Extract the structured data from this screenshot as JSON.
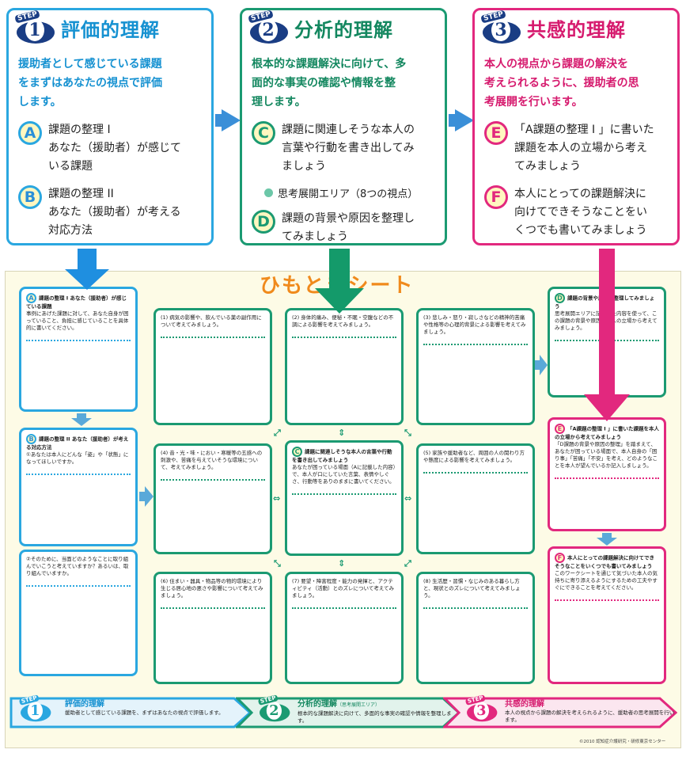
{
  "steps": [
    {
      "badge": "STEP",
      "num": "1",
      "title": "評価的理解",
      "desc": [
        "援助者として感じている課題",
        "をまずはあなたの視点で評価",
        "します。"
      ],
      "items": [
        {
          "letter": "A",
          "lines": [
            "課題の整理 I",
            "あなた（援助者）が感じて",
            "いる課題"
          ]
        },
        {
          "letter": "B",
          "lines": [
            "課題の整理 II",
            "あなた（援助者）が考える",
            "対応方法"
          ]
        }
      ]
    },
    {
      "badge": "STEP",
      "num": "2",
      "title": "分析的理解",
      "desc": [
        "根本的な課題解決に向けて、多",
        "面的な事実の確認や情報を整",
        "理します。"
      ],
      "items": [
        {
          "letter": "C",
          "lines": [
            "課題に関連しそうな本人の",
            "言葉や行動を書き出してみ",
            "ましょう"
          ]
        },
        {
          "letter": "D",
          "lines": [
            "課題の背景や原因を整理し",
            "てみましょう"
          ]
        }
      ],
      "note": "思考展開エリア（8つの視点）"
    },
    {
      "badge": "STEP",
      "num": "3",
      "title": "共感的理解",
      "desc": [
        "本人の視点から課題の解決を",
        "考えられるように、援助者の思",
        "考展開を行います。"
      ],
      "items": [
        {
          "letter": "E",
          "lines": [
            "「A課題の整理 I 」に書いた",
            "課題を本人の立場から考え",
            "てみましょう"
          ]
        },
        {
          "letter": "F",
          "lines": [
            "本人にとっての課題解決に",
            "向けてできそうなことをい",
            "くつでも書いてみましょう"
          ]
        }
      ]
    }
  ],
  "sheet": {
    "title": "ひもときシート",
    "A": {
      "letter": "A",
      "title": "課題の整理 I あなた（援助者）が感じている課題",
      "body": "事例にあげた課題に対して、あなた自身が困っていること、負担に感じていることを具体的に書いてください。"
    },
    "B": {
      "letter": "B",
      "title": "課題の整理 II あなた（援助者）が考える対応方法",
      "body": "①あなたは本人にどんな「姿」や「状態」になってほしいですか。"
    },
    "B2": {
      "body": "②そのために、当面どのようなことに取り組んでいこうと考えていますか？あるいは、取り組んでいますか。"
    },
    "p1": "(1) 病気の影響や、飲んでいる薬の副作用について考えてみましょう。",
    "p2": "(2) 身体的痛み、便秘・不眠・空腹などの不調による影響を考えてみましょう。",
    "p3": "(3) 悲しみ・怒り・寂しさなどの精神的苦痛や性格等の心理的背景による影響を考えてみましょう。",
    "p4": "(4) 音・光・味・におい・寒暖等の五感への刺激や、苦痛を与えていそうな環境について、考えてみましょう。",
    "C": {
      "letter": "C",
      "title": "課題に関連しそうな本人の言葉や行動を書き出してみましょう",
      "body": "あなたが困っている場面（Aに記載した内容）で、本人が口にしていた言葉、表情やしぐさ、行動等をありのままに書いてください。"
    },
    "p5": "(5) 家族や援助者など、周囲の人の関わり方や態度による影響を考えてみましょう。",
    "p6": "(6) 住まい・器具・物品等の物的環境により生じる居心地の悪さや影響について考えてみましょう。",
    "p7": "(7) 要望・障害程度・能力の発揮と、アクティビティ（活動）とのズレについて考えてみましょう。",
    "p8": "(8) 生活歴・習慣・なじみのある暮らし方と、現状とのズレについて考えてみましょう。",
    "D": {
      "letter": "D",
      "title": "課題の背景や原因を整理してみましょう",
      "body": "思考展開エリアに記入した内容を使って、この課題の背景や原因を本人の立場から考えてみましょう。"
    },
    "E": {
      "letter": "E",
      "title": "「A課題の整理 I 」に書いた課題を本人の立場から考えてみましょう",
      "body": "「D課題の背景や原因の整理」を踏まえて、あなたが困っている場面で、本人自身の「困り事」「苦痛」「不安」を考え、どのようなことを本人が望んでいるか記入しましょう。"
    },
    "F": {
      "letter": "F",
      "title": "本人にとっての課題解決に向けてできそうなことをいくつでも書いてみましょう",
      "body": "このワークシートを通じて気づいた本人の気持ちに寄り添えるようにするための工夫やすぐにできることを考えてください。"
    }
  },
  "bottom": [
    {
      "badge": "STEP",
      "num": "1",
      "title": "評価的理解",
      "sub": "",
      "body": "援助者として感じている課題を、まずはあなたの視点で評価します。"
    },
    {
      "badge": "STEP",
      "num": "2",
      "title": "分析的理解",
      "sub": "（思考展開エリア）",
      "body": "根本的な課題解決に向けて、多面的な事実の確認や情報を整理します。"
    },
    {
      "badge": "STEP",
      "num": "3",
      "title": "共感的理解",
      "sub": "",
      "body": "本人の視点から課題の解決を考えられるように、援助者の思考展開を行います。"
    }
  ],
  "copyright": "©2010 認知症介護研究・研修東京センター",
  "colors": {
    "blue": "#2aa7e0",
    "green": "#1b9a72",
    "pink": "#e2287e",
    "orange": "#f08a1c",
    "navy": "#1a3d84"
  }
}
